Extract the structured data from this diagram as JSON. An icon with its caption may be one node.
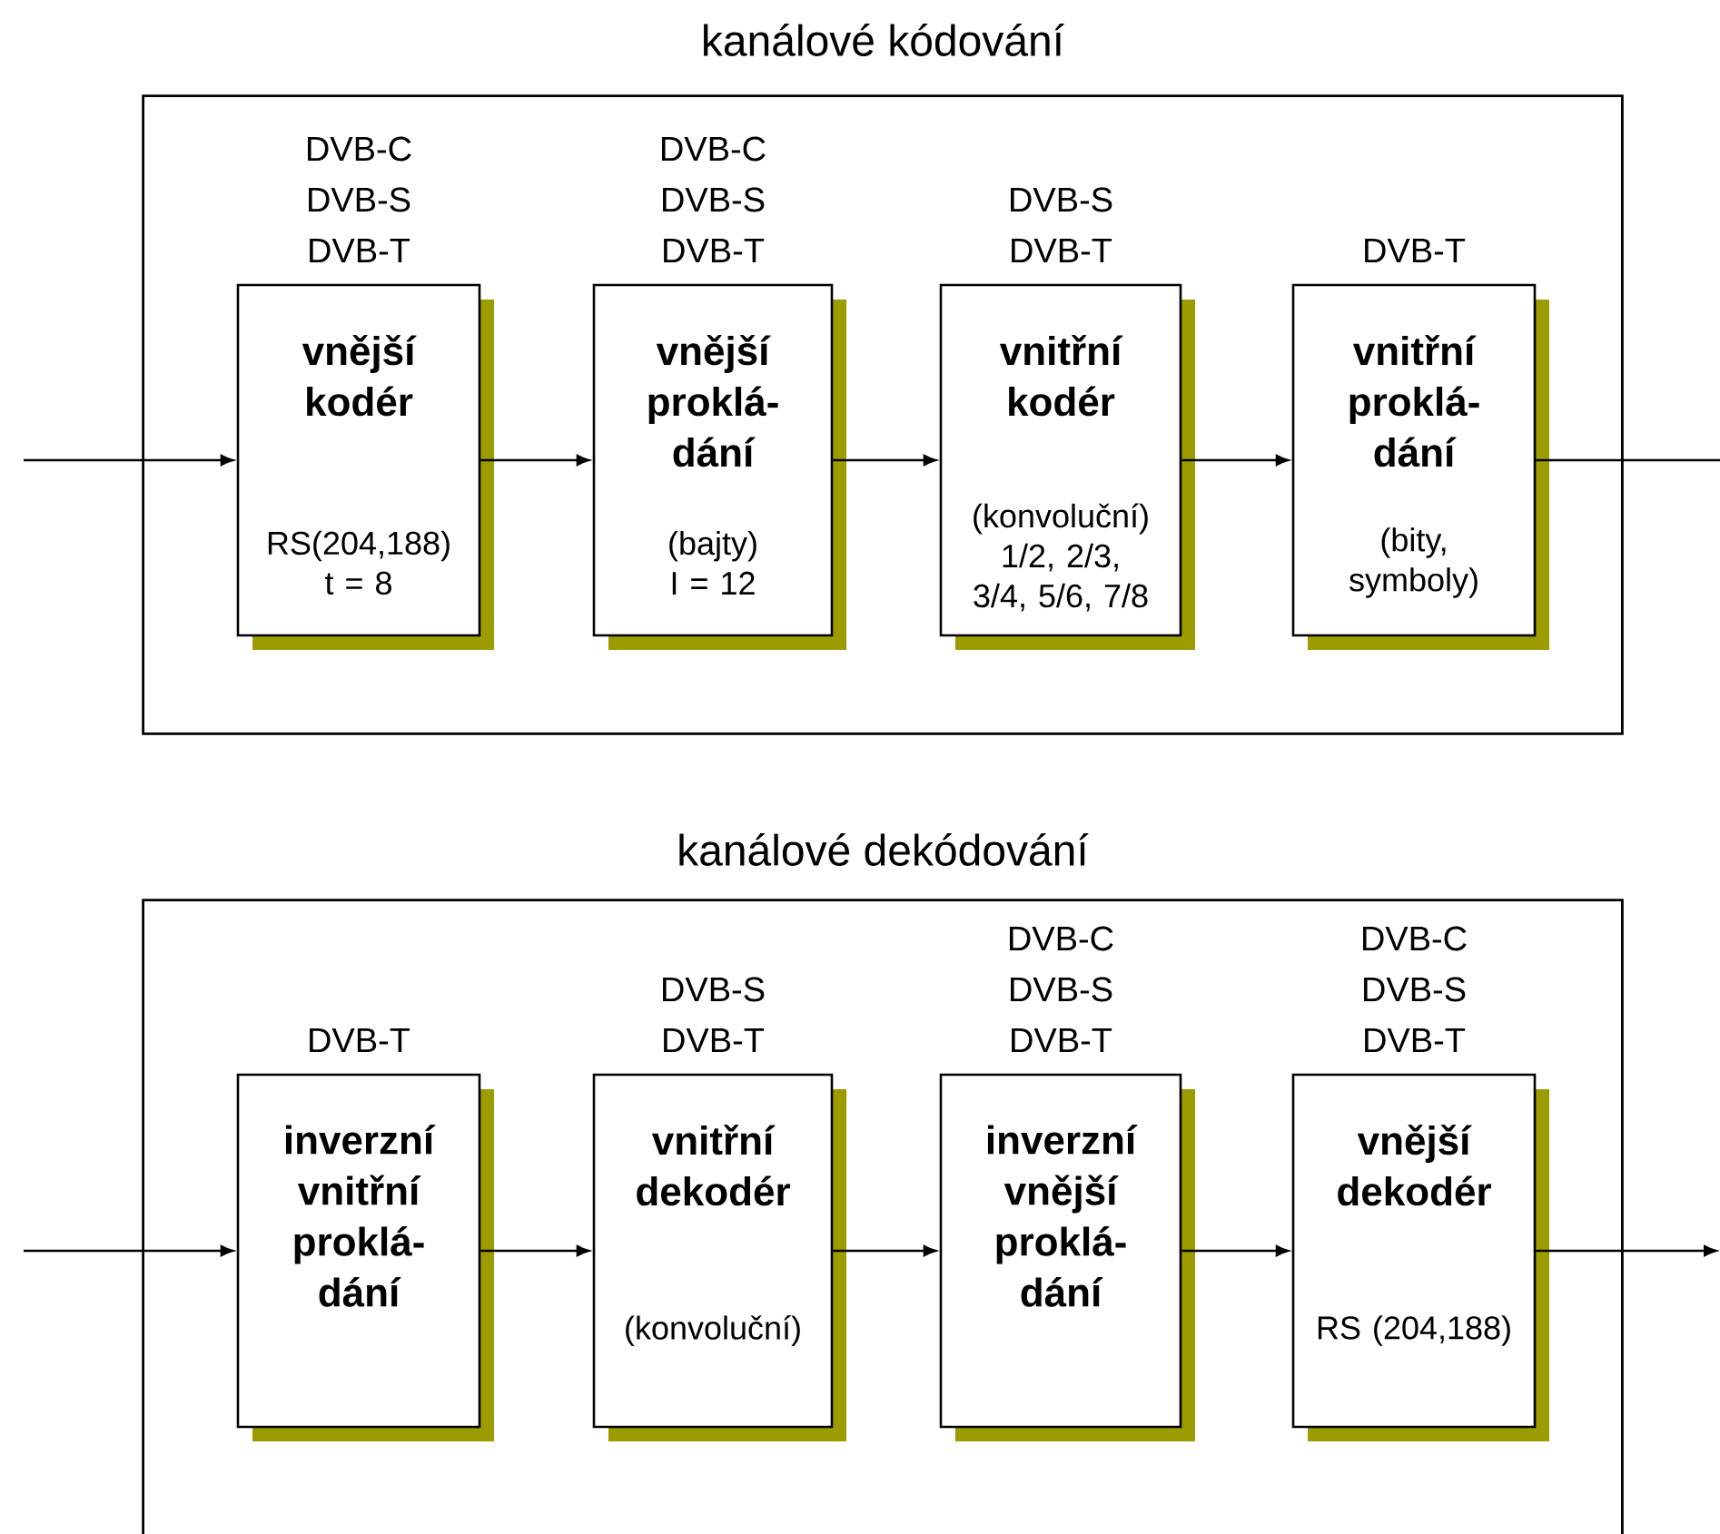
{
  "diagram": {
    "nodes": [
      {
        "text": [
          "kanálové kódování"
        ]
      },
      {
        "text": [
          "vnější kodér",
          "RS(204,188) t = 8"
        ],
        "beside": [
          "DVB-C",
          "DVB-S",
          "DVB-T"
        ],
        "in": 0
      },
      {
        "text": [
          "vnější proklá-dání",
          "(bajty) I = 12"
        ],
        "beside": [
          "DVB-C",
          "DVB-S",
          "DVB-T"
        ],
        "in": 0
      },
      {
        "text": [
          "vnitřní kodér",
          "(konvoluční) 1/2, 2/3, 3/4, 5/6, 7/8"
        ],
        "beside": [
          "DVB-S",
          "DVB-T"
        ],
        "in": 0
      },
      {
        "text": [
          "vnitřní proklá-dání",
          "(bity, symboly)"
        ],
        "beside": [
          "DVB-T"
        ],
        "in": 0
      },
      {
        "text": [
          "kanálové dekódování"
        ]
      },
      {
        "text": [
          "inverzní vnitřní proklá-dání"
        ],
        "beside": [
          "DVB-T"
        ],
        "in": 5
      },
      {
        "text": [
          "vnitřní dekodér",
          "(konvoluční)"
        ],
        "beside": [
          "DVB-S",
          "DVB-T"
        ],
        "in": 5
      },
      {
        "text": [
          "inverzní vnější proklá-dání"
        ],
        "beside": [
          "DVB-C",
          "DVB-S",
          "DVB-T"
        ],
        "in": 5
      },
      {
        "text": [
          "vnější dekodér",
          "RS (204,188)"
        ],
        "beside": [
          "DVB-C",
          "DVB-S",
          "DVB-T"
        ],
        "in": 5
      }
    ],
    "edges": [
      {
        "from": null,
        "to": 1,
        "arrow": "to"
      },
      {
        "from": 1,
        "to": 2,
        "arrow": "to"
      },
      {
        "from": 2,
        "to": 3,
        "arrow": "to"
      },
      {
        "from": 3,
        "to": 4,
        "arrow": "to"
      },
      {
        "from": 4,
        "to": null,
        "arrow": "none"
      },
      {
        "from": null,
        "to": 6,
        "arrow": "to"
      },
      {
        "from": 6,
        "to": 7,
        "arrow": "to"
      },
      {
        "from": 7,
        "to": 8,
        "arrow": "to"
      },
      {
        "from": 8,
        "to": 9,
        "arrow": "to"
      },
      {
        "from": 9,
        "to": null,
        "arrow": "to"
      }
    ]
  }
}
